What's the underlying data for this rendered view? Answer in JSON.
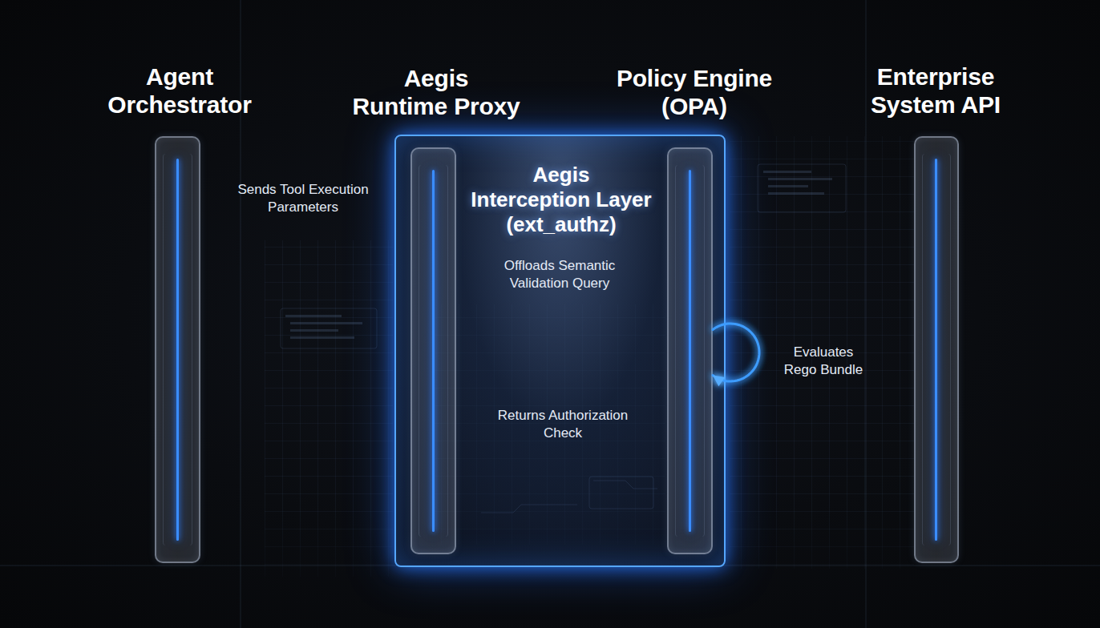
{
  "diagram": {
    "nodes": [
      {
        "text": [
          "Agent Orchestrator"
        ]
      },
      {
        "text": [
          "Aegis Interception Layer (ext_authz)"
        ]
      },
      {
        "text": [
          "Aegis Runtime Proxy"
        ],
        "in": 1
      },
      {
        "text": [
          "Policy Engine (OPA)"
        ],
        "in": 1
      },
      {
        "text": [
          "Enterprise System API"
        ]
      }
    ],
    "edges": [
      {
        "from": 0,
        "to": 2,
        "label": "Sends Tool Execution Parameters",
        "arrow": "to"
      },
      {
        "from": 2,
        "to": 3,
        "label": "Offloads Semantic Validation Query",
        "arrow": "to"
      },
      {
        "from": 3,
        "to": 3,
        "label": "Evaluates Rego Bundle",
        "arrow": "to"
      },
      {
        "from": 3,
        "to": 2,
        "label": "Returns Authorization Check",
        "arrow": "to"
      },
      {
        "from": 3,
        "to": 4,
        "arrow": "to"
      },
      {
        "from": 2,
        "to": 0,
        "arrow": "to"
      }
    ]
  }
}
